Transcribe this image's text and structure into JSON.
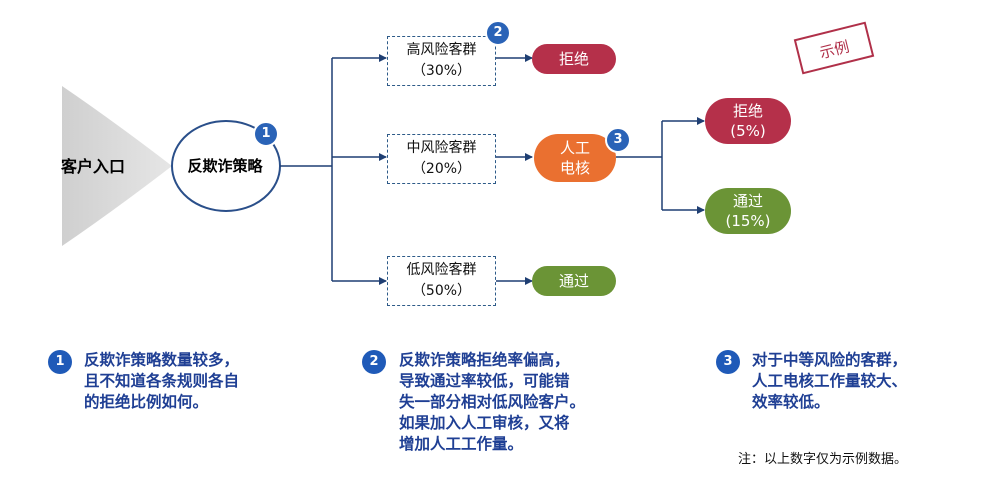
{
  "entry": {
    "label": "客户入口"
  },
  "strategy": {
    "label": "反欺诈策略",
    "badge": "1"
  },
  "groups": {
    "high": {
      "name": "高风险客群",
      "share": "（30%）",
      "badge": "2"
    },
    "mid": {
      "name": "中风险客群",
      "share": "（20%）"
    },
    "low": {
      "name": "低风险客群",
      "share": "（50%）"
    }
  },
  "outcomes": {
    "high_reject": {
      "label": "拒绝"
    },
    "manual_review": {
      "line1": "人工",
      "line2": "电核",
      "badge": "3"
    },
    "manual_reject": {
      "label": "拒绝",
      "share": "(5%)"
    },
    "manual_pass": {
      "label": "通过",
      "share": "(15%)"
    },
    "low_pass": {
      "label": "通过"
    }
  },
  "stamp": {
    "text": "示例"
  },
  "notes": [
    {
      "badge": "1",
      "lines": [
        "反欺诈策略数量较多，",
        "且不知道各条规则各自",
        "的拒绝比例如何。"
      ]
    },
    {
      "badge": "2",
      "lines": [
        "反欺诈策略拒绝率偏高，",
        "导致通过率较低，可能错",
        "失一部分相对低风险客户。",
        "如果加入人工审核，又将",
        "增加人工工作量。"
      ]
    },
    {
      "badge": "3",
      "lines": [
        "对于中等风险的客群，",
        "人工电核工作量较大、",
        "效率较低。"
      ]
    }
  ],
  "footnote": "注：以上数字仅为示例数据。",
  "colors": {
    "reject": "#b5304a",
    "review": "#ea7030",
    "pass": "#6b9436",
    "badge": "#2a63b7",
    "line": "#1f3f73",
    "notes_text": "#1f3f94"
  }
}
